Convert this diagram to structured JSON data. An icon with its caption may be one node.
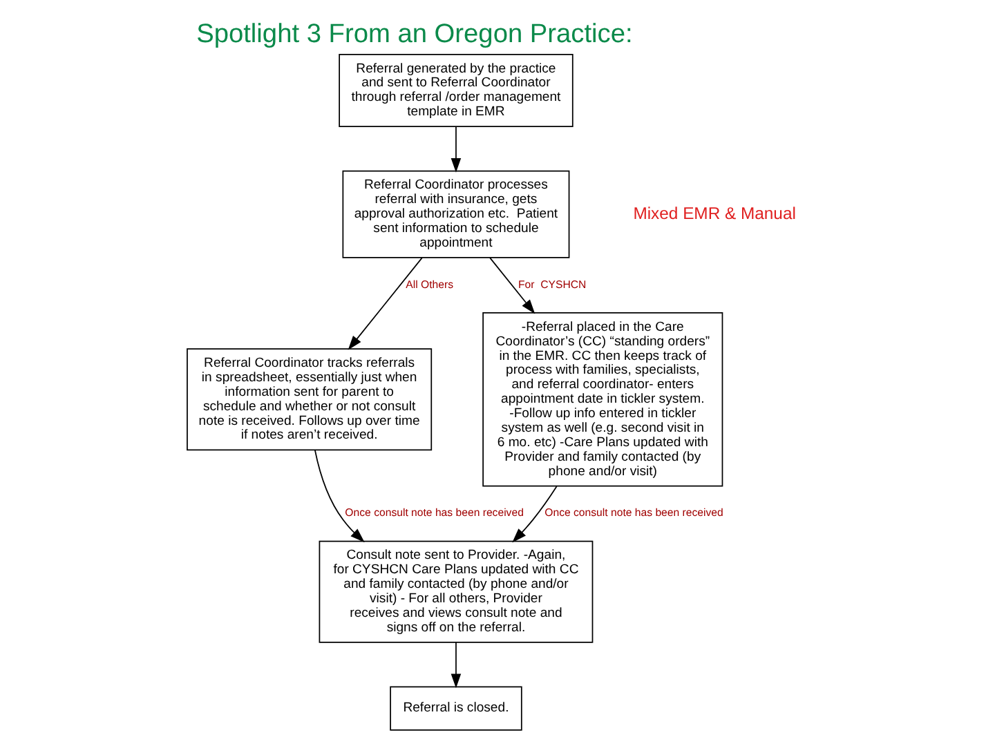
{
  "diagram": {
    "title": "Spotlight 3 From an Oregon Practice:",
    "nodes": [
      {
        "text": [
          "Referral generated by the practice and sent to Referral Coordinator through referral /order management template in EMR"
        ]
      },
      {
        "text": [
          "Referral Coordinator processes referral with insurance, gets approval authorization etc.  Patient sent information to schedule appointment"
        ]
      },
      {
        "text": [
          "Referral Coordinator tracks referrals in spreadsheet, essentially just when information sent for parent to schedule and whether or not consult note is received. Follows up over time if notes aren’t received."
        ]
      },
      {
        "text": [
          "-Referral placed in the Care Coordinator’s (CC) “standing orders” in the EMR. CC then keeps track of process with families, specialists, and referral coordinator- enters appointment date in tickler system. -Follow up info entered in tickler system as well (e.g. second visit in 6 mo. etc) -Care Plans updated with Provider and family contacted (by phone and/or visit)"
        ]
      },
      {
        "text": [
          "Consult note sent to Provider. -Again, for CYSHCN Care Plans updated with CC and family contacted (by phone and/or visit) - For all others, Provider receives and views consult note and signs off on the referral."
        ]
      },
      {
        "text": [
          "Referral is closed."
        ]
      }
    ],
    "edges": [
      {
        "from": 0,
        "to": 1,
        "arrow": "to"
      },
      {
        "from": 1,
        "to": 2,
        "arrow": "to",
        "label": "All Others"
      },
      {
        "from": 1,
        "to": 3,
        "arrow": "to",
        "label": "For  CYSHCN"
      },
      {
        "from": 2,
        "to": 4,
        "arrow": "to",
        "label": "Once consult note has been received"
      },
      {
        "from": 3,
        "to": 4,
        "arrow": "to",
        "label": "Once consult note has been received"
      },
      {
        "from": 4,
        "to": 5,
        "arrow": "to"
      }
    ],
    "labels": [
      "Mixed EMR & Manual"
    ]
  }
}
